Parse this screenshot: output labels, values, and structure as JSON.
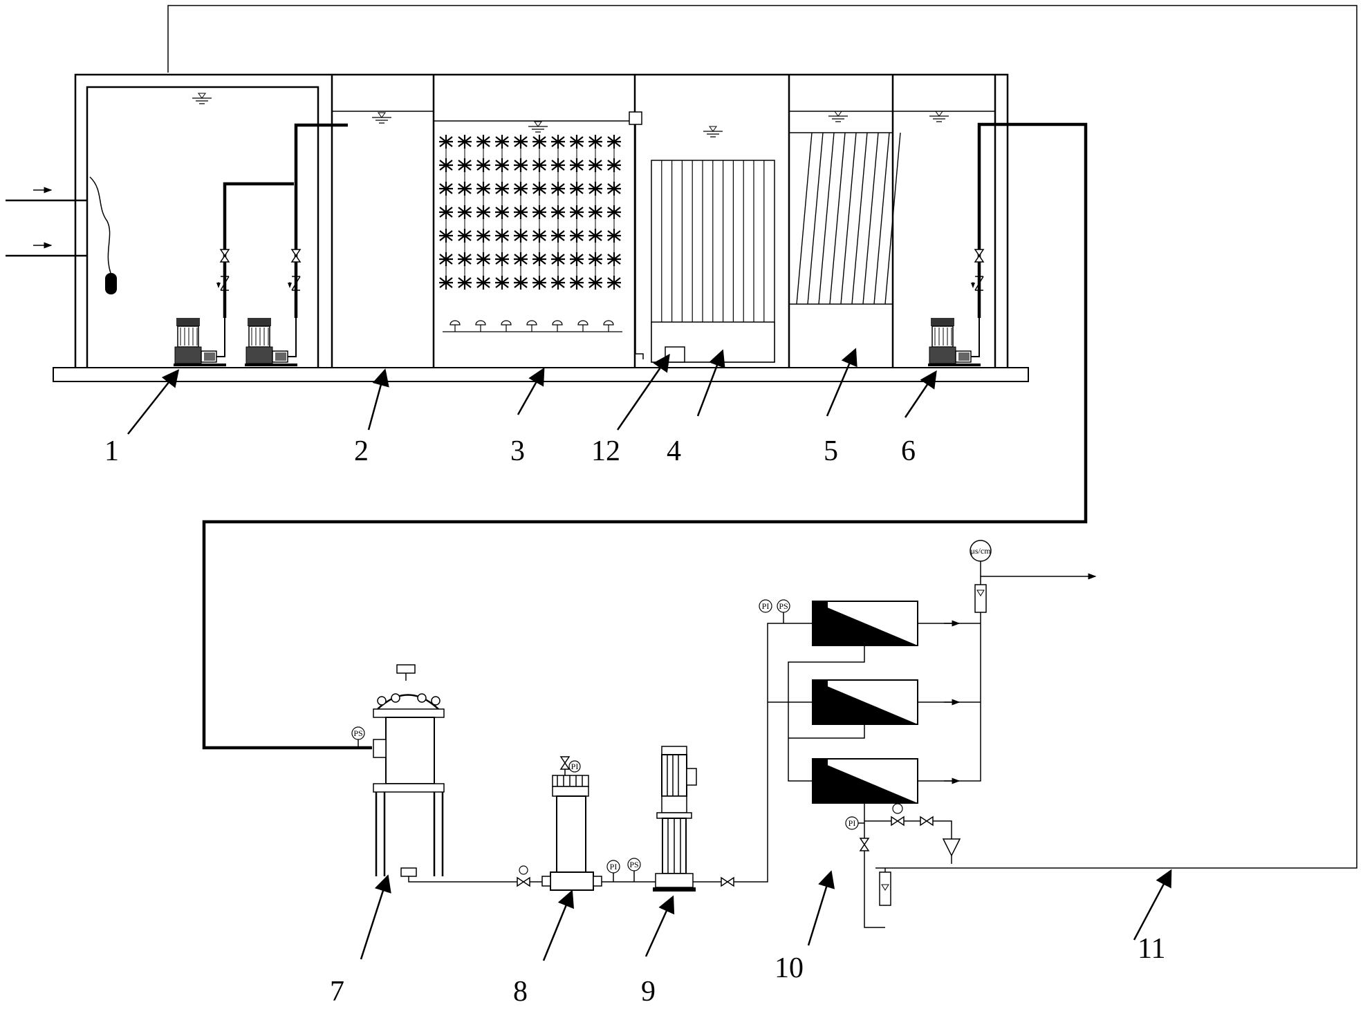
{
  "labels": {
    "n1": "1",
    "n2": "2",
    "n3": "3",
    "n12": "12",
    "n4": "4",
    "n5": "5",
    "n6": "6",
    "n7": "7",
    "n8": "8",
    "n9": "9",
    "n10": "10",
    "n11": "11"
  },
  "instruments": {
    "ps": "PS",
    "pi": "PI",
    "conductivity": "μs/cm"
  }
}
